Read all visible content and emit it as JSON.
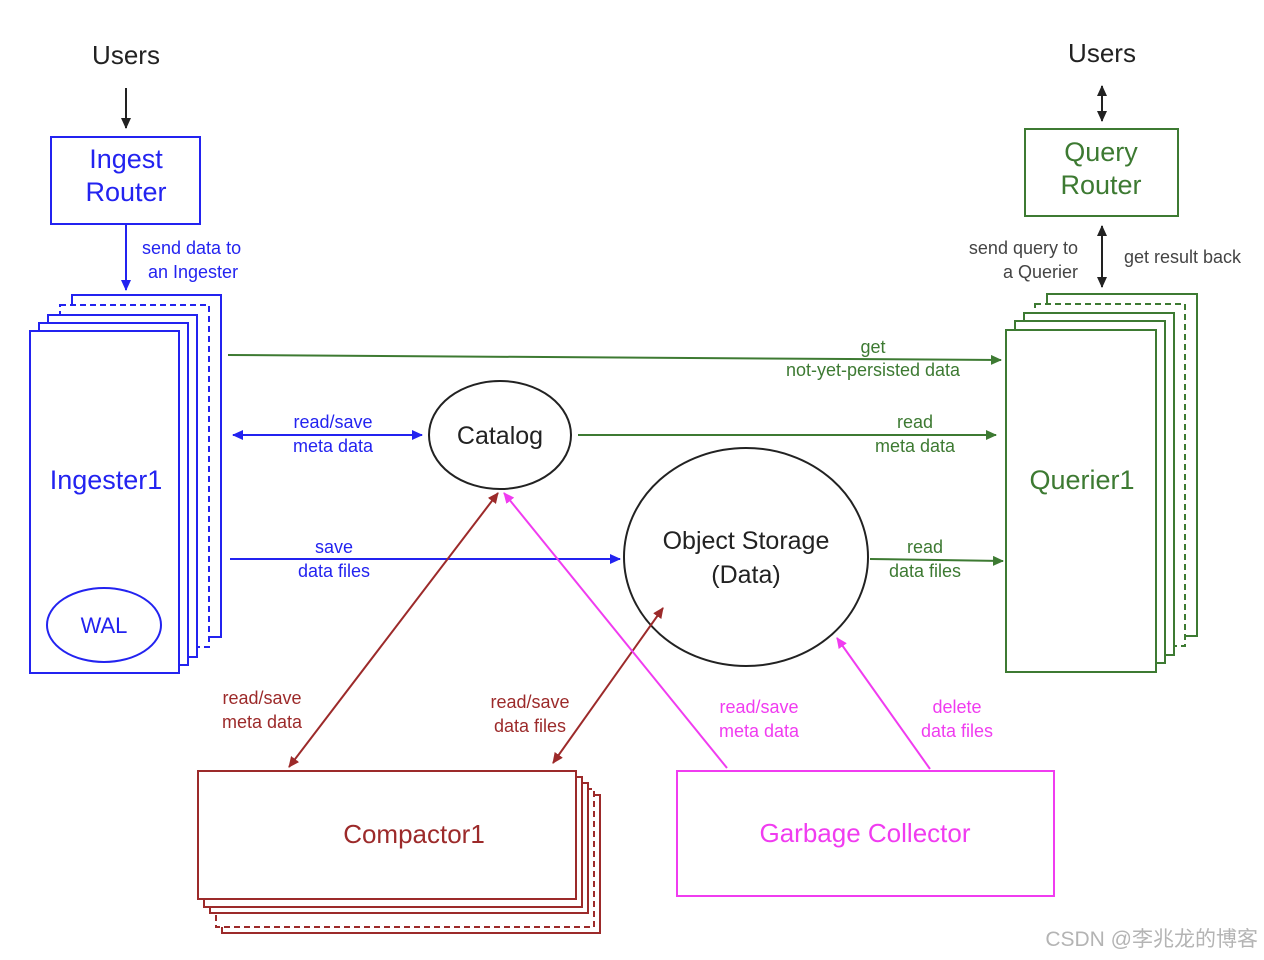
{
  "colors": {
    "ingest": "#2323f0",
    "query": "#3d7a32",
    "compactor": "#9c2a2a",
    "gc": "#f03cf0",
    "black": "#222222"
  },
  "users_left": "Users",
  "users_right": "Users",
  "ingest_router": [
    "Ingest",
    "Router"
  ],
  "query_router": [
    "Query",
    "Router"
  ],
  "send_data_label": [
    "send data to",
    "an Ingester"
  ],
  "send_query_label": [
    "send query to",
    "a Querier"
  ],
  "get_result_label": "get result back",
  "ingester": "Ingester1",
  "wal": "WAL",
  "querier": "Querier1",
  "catalog": "Catalog",
  "object_storage": [
    "Object Storage",
    "(Data)"
  ],
  "compactor": "Compactor1",
  "garbage_collector": "Garbage Collector",
  "edge_labels": {
    "get_unpersisted": [
      "get",
      "not-yet-persisted data"
    ],
    "ingester_catalog": [
      "read/save",
      "meta data"
    ],
    "querier_catalog": [
      "read",
      "meta data"
    ],
    "ingester_save": [
      "save",
      "data files"
    ],
    "querier_read_files": [
      "read",
      "data files"
    ],
    "compactor_catalog": [
      "read/save",
      "meta data"
    ],
    "compactor_storage": [
      "read/save",
      "data files"
    ],
    "gc_catalog": [
      "read/save",
      "meta data"
    ],
    "gc_delete": [
      "delete",
      "data files"
    ]
  },
  "watermark": "CSDN @李兆龙的博客"
}
